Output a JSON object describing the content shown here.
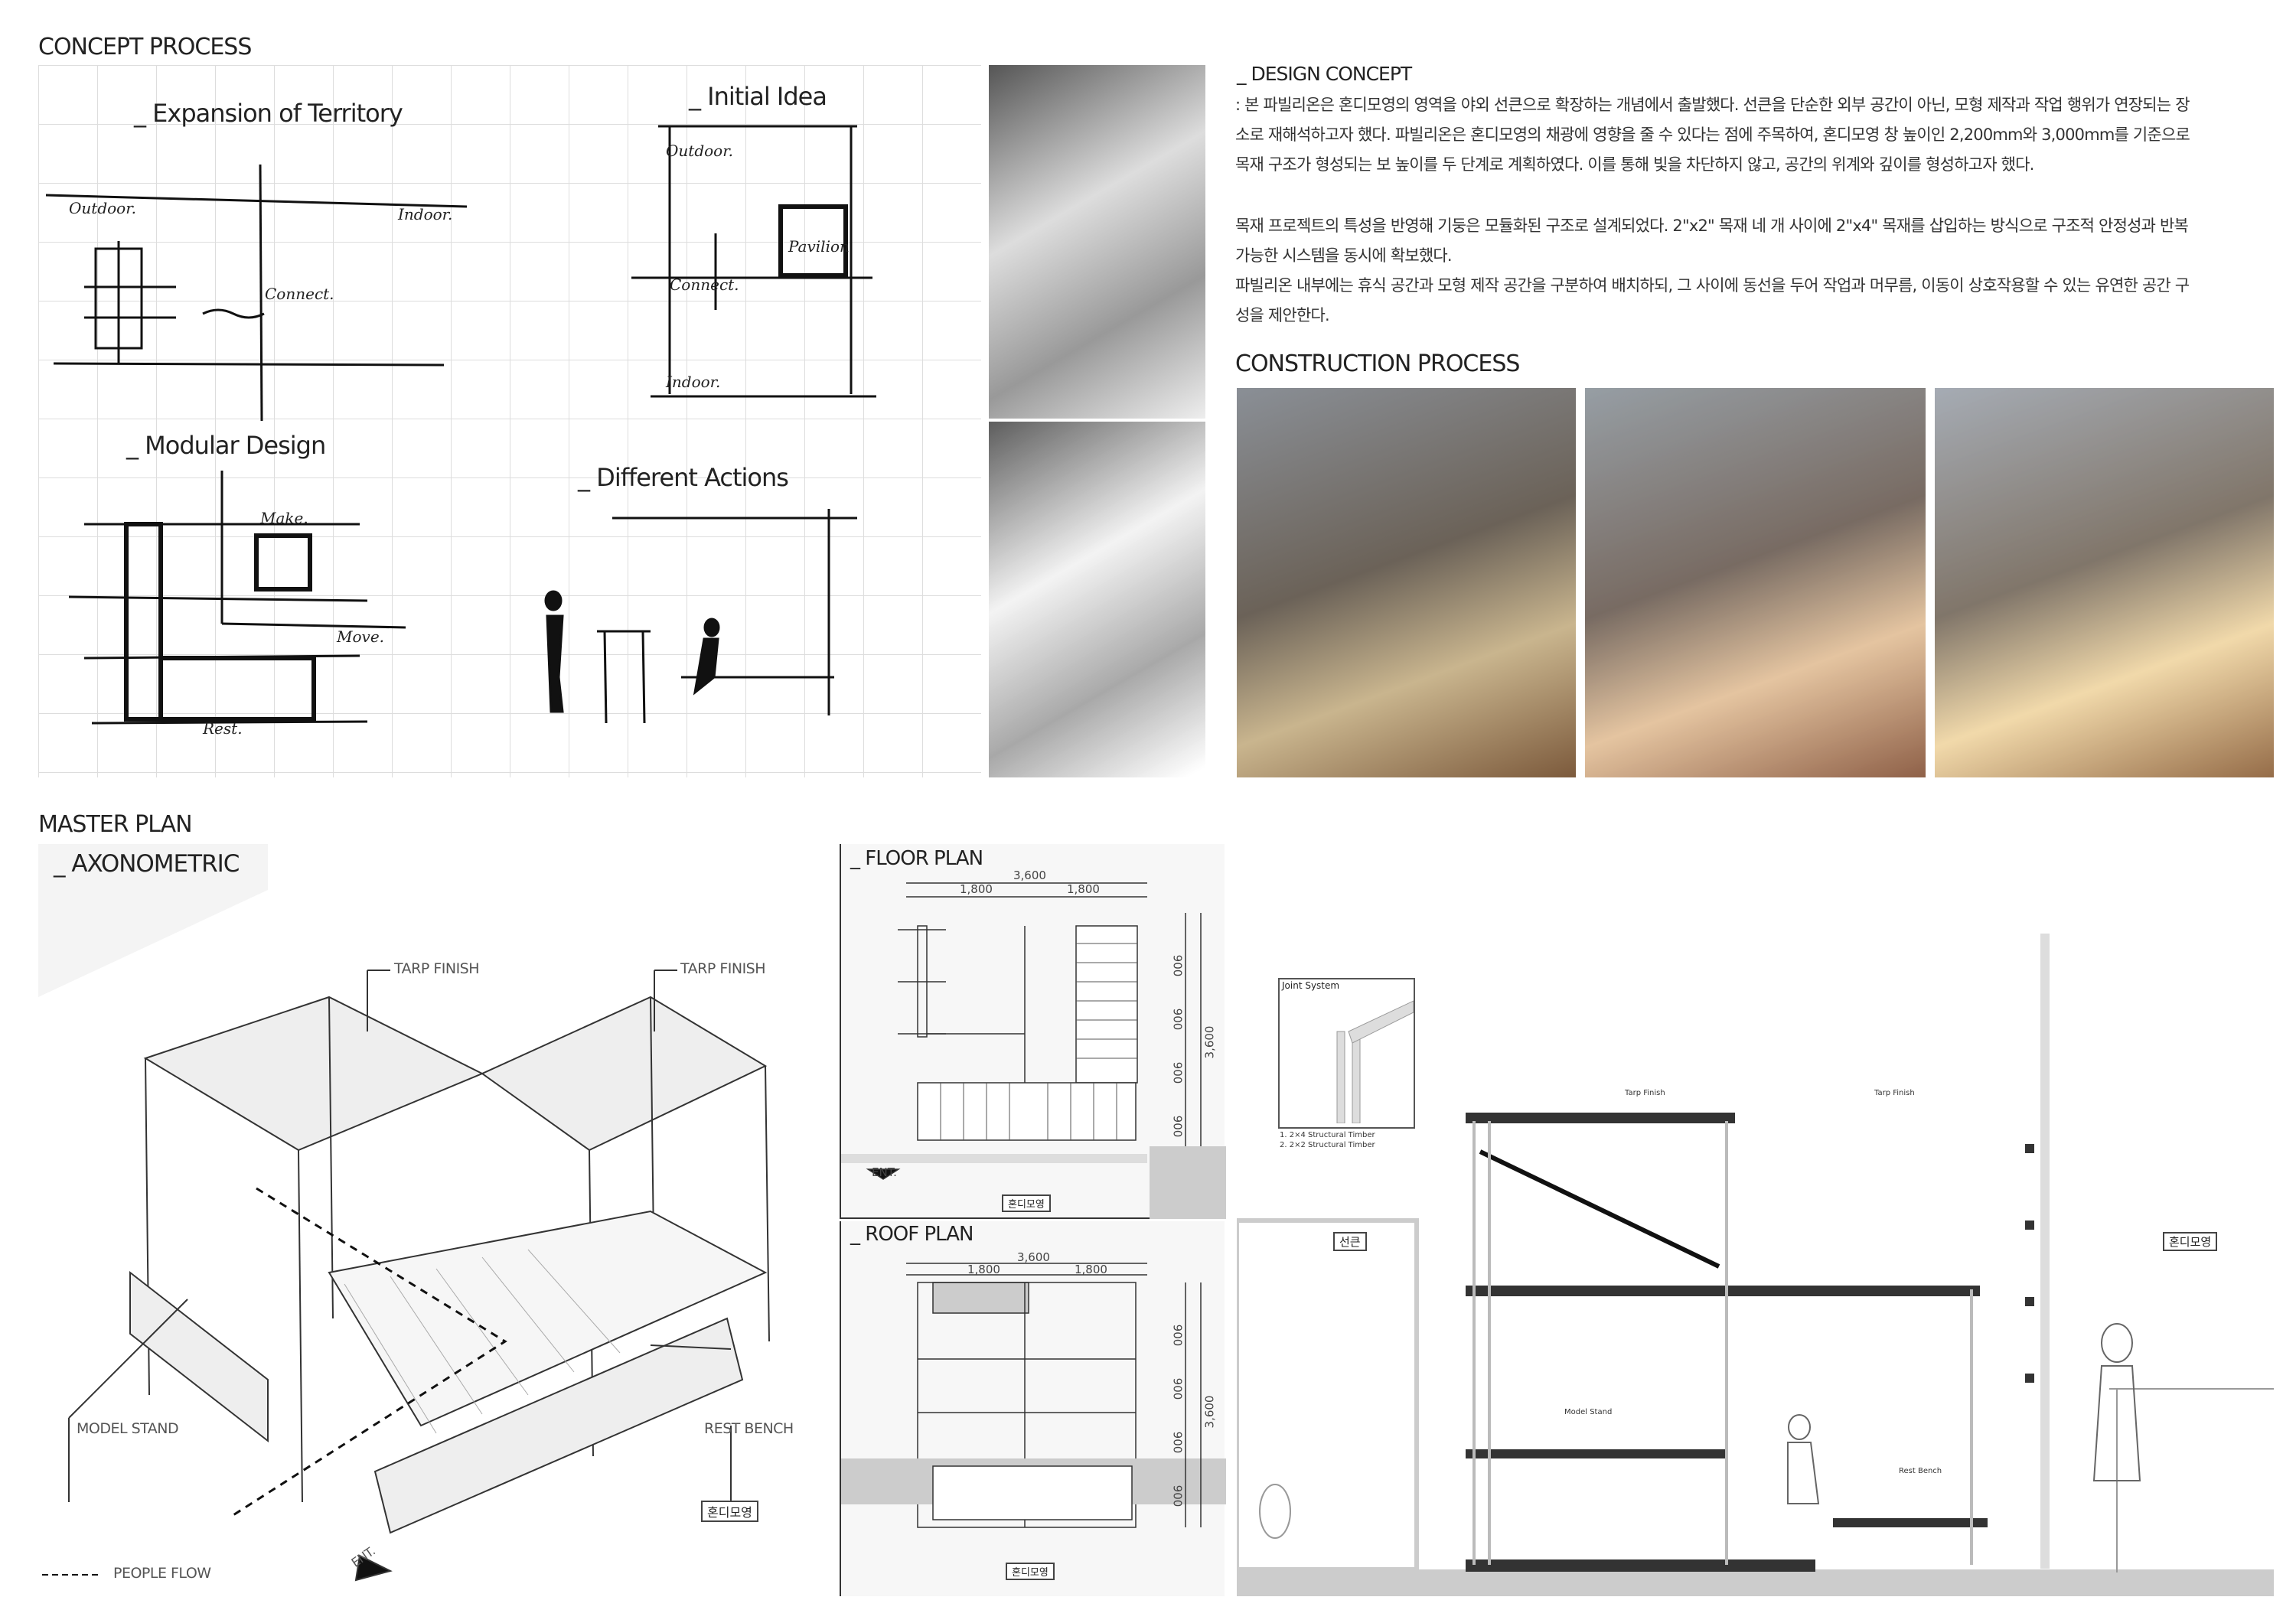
{
  "concept": {
    "title": "CONCEPT PROCESS",
    "sketches": {
      "expansion": "_ Expansion of Territory",
      "initial": "_ Initial Idea",
      "modular": "_ Modular Design",
      "actions": "_ Different Actions",
      "words": {
        "outdoor": "Outdoor.",
        "indoor": "Indoor.",
        "connect": "Connect.",
        "pavilion": "Pavilion",
        "make": "Make.",
        "move": "Move.",
        "rest": "Rest."
      }
    }
  },
  "design_concept": {
    "heading": "_ DESIGN CONCEPT",
    "p1": [
      ": 본 파빌리온은 혼디모영의 영역을 야외 선큰으로 확장하는 개념에서 출발했다. 선큰을 단순한 외부 공간이 아닌, 모형 제작과 작업 행위가 연장되는 장",
      "소로 재해석하고자 했다. 파빌리온은 혼디모영의 채광에 영향을 줄 수 있다는 점에 주목하여, 혼디모영 창 높이인 2,200mm와 3,000mm를 기준으로",
      "목재 구조가 형성되는 보 높이를 두 단계로 계획하였다. 이를 통해 빛을 차단하지 않고, 공간의 위계와 깊이를 형성하고자 했다."
    ],
    "p2": [
      "목재 프로젝트의 특성을 반영해 기둥은 모듈화된 구조로 설계되었다. 2\"x2\" 목재 네 개 사이에 2\"x4\" 목재를 삽입하는 방식으로 구조적 안정성과 반복",
      "가능한 시스템을 동시에 확보했다.",
      "파빌리온 내부에는 휴식 공간과 모형 제작 공간을 구분하여 배치하되, 그 사이에 동선을 두어 작업과 머무름, 이동이 상호작용할 수 있는 유연한 공간 구",
      "성을 제안한다."
    ]
  },
  "construction": {
    "title": "CONSTRUCTION PROCESS"
  },
  "master_plan": {
    "title": "MASTER PLAN",
    "axon": {
      "title": "_ AXONOMETRIC",
      "tarp1": "TARP FINISH",
      "tarp2": "TARP FINISH",
      "model_stand": "MODEL STAND",
      "rest_bench": "REST BENCH",
      "tag": "혼디모영",
      "people_flow": "PEOPLE FLOW",
      "ent": "ENT."
    },
    "floor": {
      "title": "_ FLOOR PLAN",
      "total": "3,600",
      "half1": "1,800",
      "half2": "1,800",
      "side": [
        "900",
        "900",
        "900",
        "900"
      ],
      "side_total": "3,600",
      "ent": "ENT.",
      "tag": "혼디모영"
    },
    "roof": {
      "title": "_ ROOF PLAN",
      "total": "3,600",
      "half1": "1,800",
      "half2": "1,800",
      "side": [
        "900",
        "900",
        "900",
        "900"
      ],
      "side_total": "3,600",
      "tag": "혼디모영"
    },
    "section": {
      "joint_title": "Joint System",
      "joint_notes": [
        "1.  2×4 Structural Timber",
        "2.  2×2 Structural Timber"
      ],
      "sunken": "선큰",
      "tag": "혼디모영",
      "tarp1": "Tarp Finish",
      "tarp2": "Tarp Finish",
      "model_stand": "Model Stand",
      "rest_bench": "Rest Bench"
    }
  }
}
